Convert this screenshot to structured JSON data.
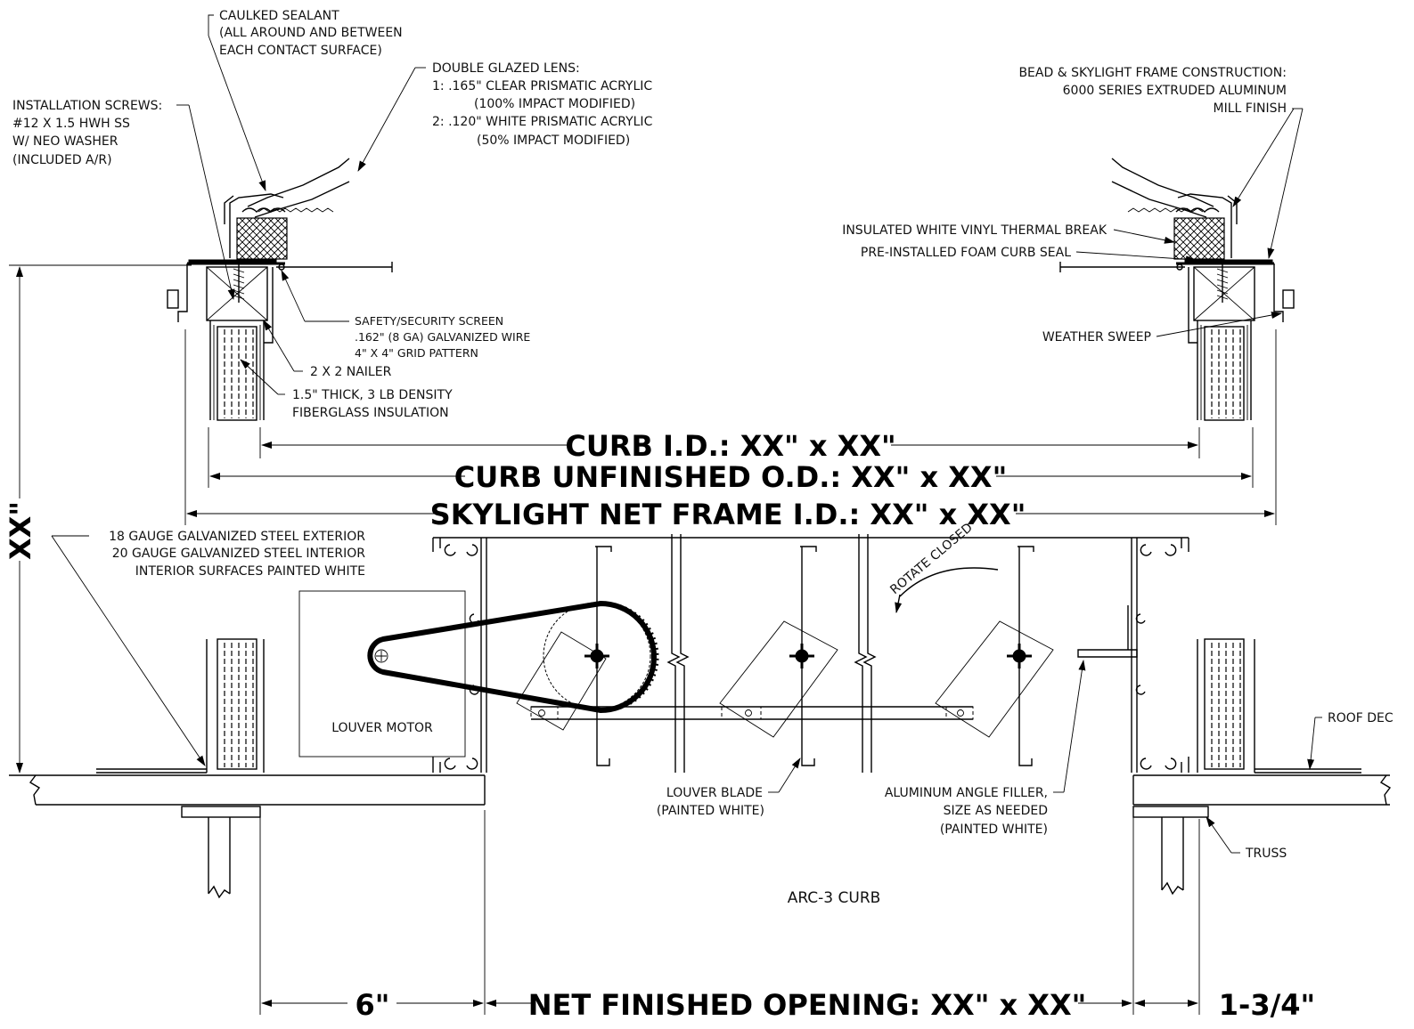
{
  "callouts": {
    "caulked_sealant": [
      "CAULKED SEALANT",
      "(ALL AROUND AND BETWEEN",
      "EACH CONTACT SURFACE)"
    ],
    "double_glazed_lens": [
      "DOUBLE GLAZED LENS:",
      "1:  .165\" CLEAR PRISMATIC ACRYLIC",
      "(100% IMPACT MODIFIED)",
      "2:  .120\" WHITE PRISMATIC ACRYLIC",
      "(50% IMPACT MODIFIED)"
    ],
    "installation_screws": [
      "INSTALLATION SCREWS:",
      "#12 X 1.5 HWH SS",
      "W/ NEO WASHER",
      "(INCLUDED A/R)"
    ],
    "bead_frame": [
      "BEAD & SKYLIGHT FRAME CONSTRUCTION:",
      "6000 SERIES EXTRUDED ALUMINUM",
      "MILL FINISH"
    ],
    "thermal_break": "INSULATED WHITE VINYL THERMAL BREAK",
    "foam_seal": "PRE-INSTALLED FOAM CURB SEAL",
    "safety_screen": [
      "SAFETY/SECURITY SCREEN",
      ".162\" (8 GA) GALVANIZED WIRE",
      "4\" X 4\" GRID PATTERN"
    ],
    "nailer": "2 X 2 NAILER",
    "insulation": [
      "1.5\" THICK, 3 LB DENSITY",
      "FIBERGLASS INSULATION"
    ],
    "weather_sweep": "WEATHER SWEEP",
    "steel_gauge": [
      "18 GAUGE GALVANIZED STEEL EXTERIOR",
      "20 GAUGE GALVANIZED STEEL INTERIOR",
      "INTERIOR SURFACES PAINTED WHITE"
    ],
    "louver_motor": "LOUVER MOTOR",
    "rotate_closed": "ROTATE CLOSED",
    "louver_blade": [
      "LOUVER BLADE",
      "(PAINTED WHITE)"
    ],
    "angle_filler": [
      "ALUMINUM ANGLE FILLER,",
      "SIZE AS NEEDED",
      "(PAINTED WHITE)"
    ],
    "roof_deck": "ROOF DEC",
    "truss": "TRUSS",
    "caption": "ARC-3 CURB"
  },
  "dimensions": {
    "curb_id": "CURB I.D.: XX\" x XX\"",
    "curb_od": "CURB UNFINISHED O.D.: XX\" x XX\"",
    "net_frame": "SKYLIGHT NET FRAME I.D.: XX\" x XX\"",
    "net_opening": "NET FINISHED OPENING: XX\" x XX\"",
    "left_offset": "6\"",
    "right_offset": "1-3/4\"",
    "height": "XX\""
  }
}
